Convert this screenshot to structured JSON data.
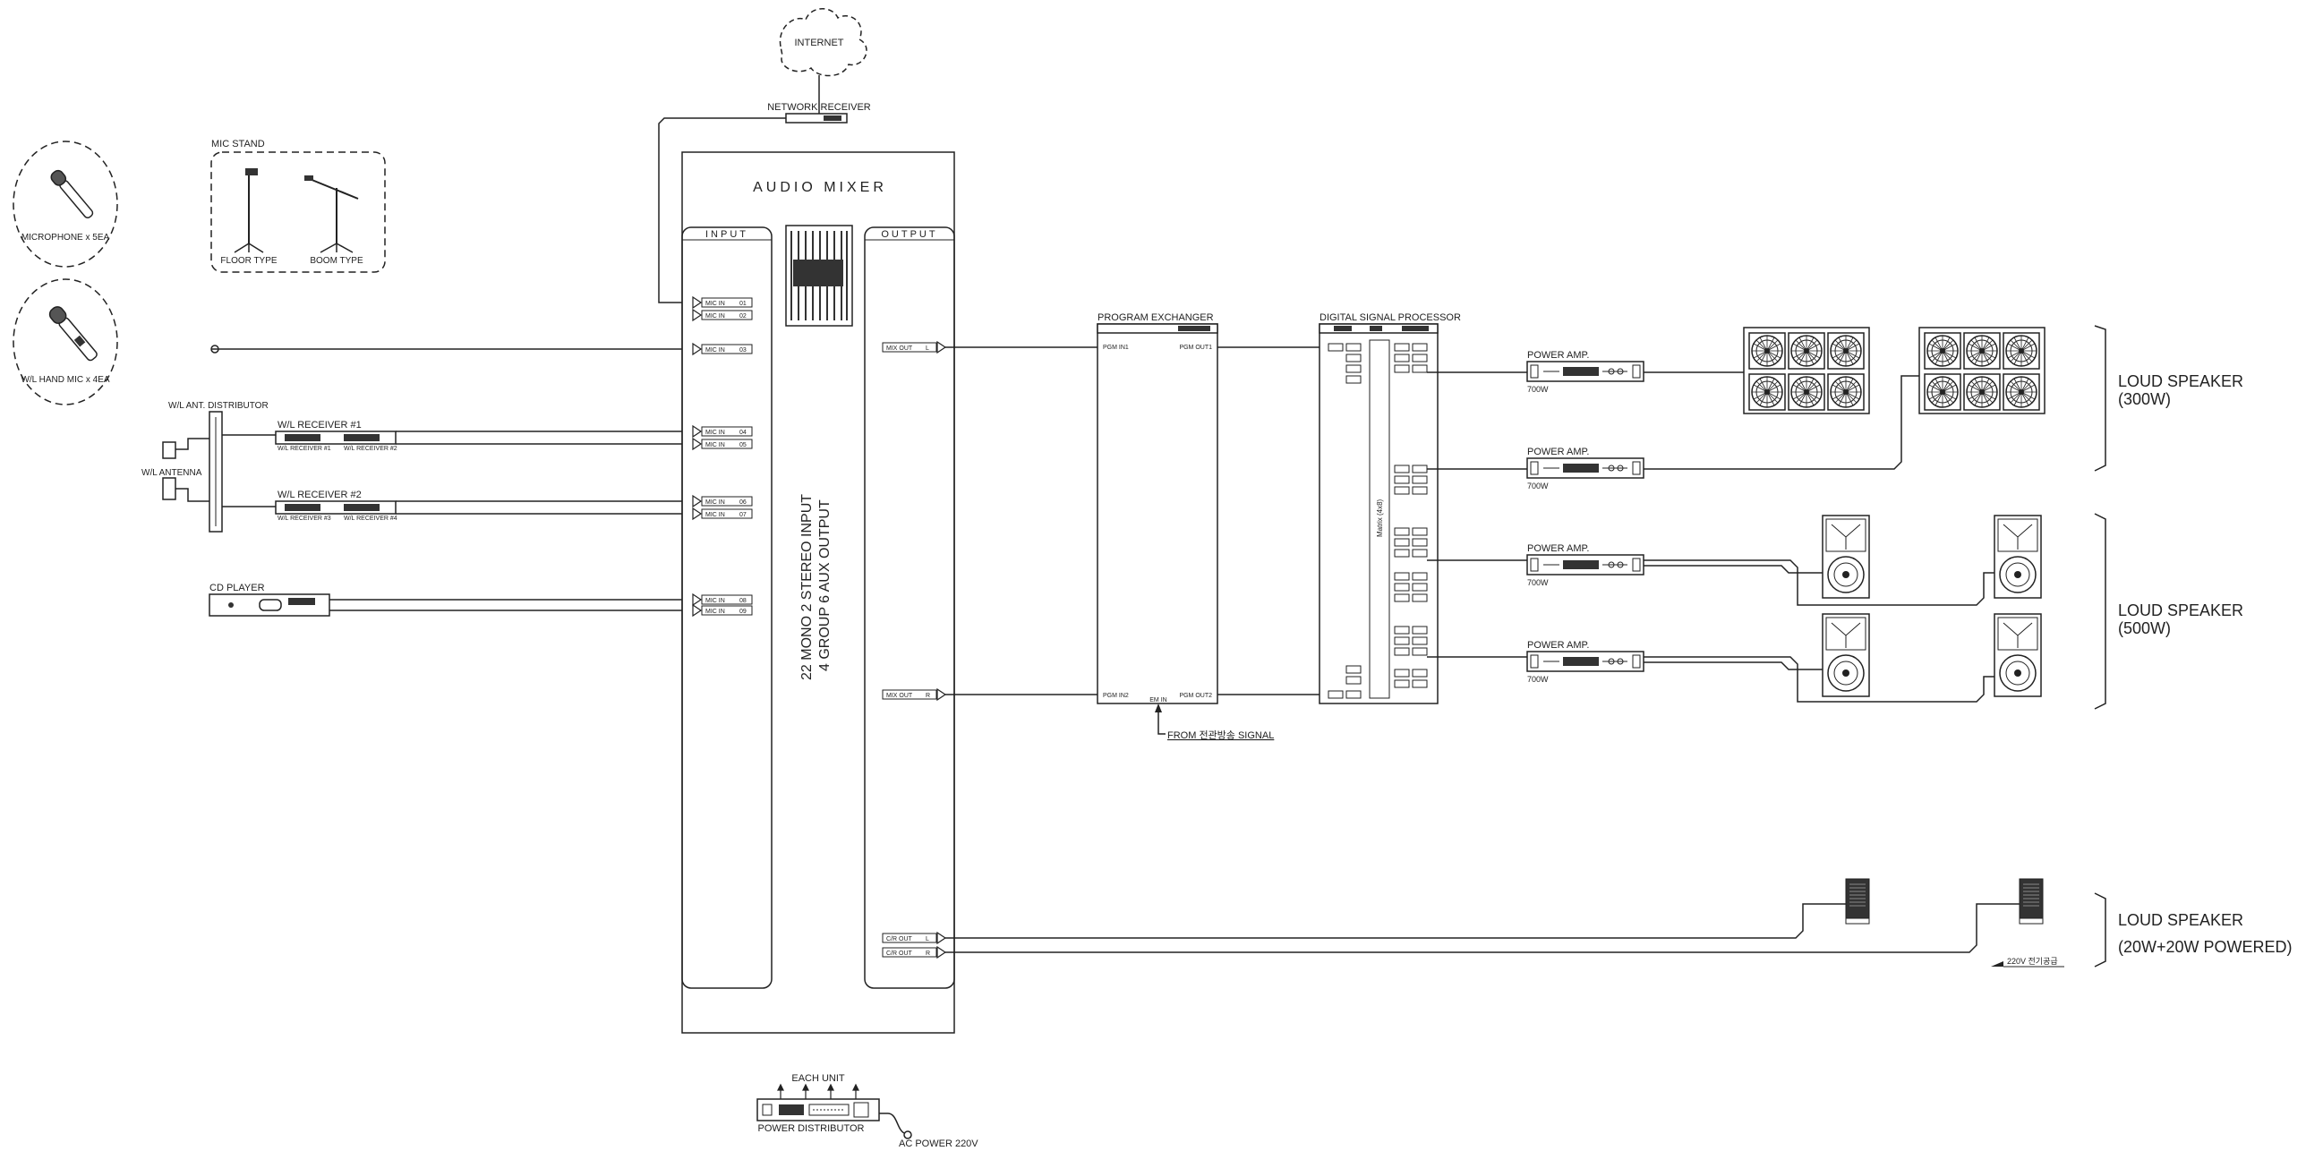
{
  "internet": {
    "label": "INTERNET"
  },
  "network_receiver": {
    "label": "NETWORK RECEIVER"
  },
  "mixer": {
    "title": "AUDIO MIXER",
    "input_label": "INPUT",
    "output_label": "OUTPUT",
    "description_line1": "22 MONO 2 STEREO INPUT",
    "description_line2": "4 GROUP 6 AUX OUTPUT",
    "inputs": [
      {
        "label": "MIC IN",
        "ch": "01"
      },
      {
        "label": "MIC IN",
        "ch": "02"
      },
      {
        "label": "MIC IN",
        "ch": "03"
      },
      {
        "label": "MIC IN",
        "ch": "04"
      },
      {
        "label": "MIC IN",
        "ch": "05"
      },
      {
        "label": "MIC IN",
        "ch": "06"
      },
      {
        "label": "MIC IN",
        "ch": "07"
      },
      {
        "label": "MIC IN",
        "ch": "08"
      },
      {
        "label": "MIC IN",
        "ch": "09"
      }
    ],
    "outputs": [
      {
        "label": "MIX OUT",
        "ch": "L"
      },
      {
        "label": "MIX OUT",
        "ch": "R"
      },
      {
        "label": "C/R OUT",
        "ch": "L"
      },
      {
        "label": "C/R OUT",
        "ch": "R"
      }
    ]
  },
  "mic_stand": {
    "title": "MIC STAND",
    "floor": "FLOOR TYPE",
    "boom": "BOOM TYPE"
  },
  "microphone": {
    "label": "MICROPHONE x 5EA"
  },
  "wireless_mic": {
    "label": "W/L HAND MIC x 4EA"
  },
  "ant_distributor": {
    "label": "W/L ANT. DISTRIBUTOR"
  },
  "antenna": {
    "label": "W/L ANTENNA"
  },
  "receiver1": {
    "label": "W/L RECEIVER #1",
    "sub_a": "W/L RECEIVER #1",
    "sub_b": "W/L RECEIVER #2"
  },
  "receiver2": {
    "label": "W/L RECEIVER #2",
    "sub_a": "W/L RECEIVER #3",
    "sub_b": "W/L RECEIVER #4"
  },
  "cd_player": {
    "label": "CD PLAYER"
  },
  "program_exchanger": {
    "title": "PROGRAM EXCHANGER",
    "pgm_in1": "PGM IN1",
    "pgm_out1": "PGM OUT1",
    "pgm_in2": "PGM IN2",
    "pgm_out2": "PGM OUT2",
    "em_in": "EM IN",
    "from_signal": "FROM 전관방송 SIGNAL"
  },
  "dsp": {
    "title": "DIGITAL SIGNAL PROCESSOR",
    "matrix": "Matrix (4x8)"
  },
  "amps": [
    {
      "label": "POWER AMP.",
      "watt": "700W"
    },
    {
      "label": "POWER AMP.",
      "watt": "700W"
    },
    {
      "label": "POWER AMP.",
      "watt": "700W"
    },
    {
      "label": "POWER AMP.",
      "watt": "700W"
    }
  ],
  "speakers": {
    "group1_line1": "LOUD SPEAKER",
    "group1_line2": "(300W)",
    "group2_line1": "LOUD SPEAKER",
    "group2_line2": "(500W)",
    "group3_line1": "LOUD SPEAKER",
    "group3_line2": "(20W+20W POWERED)",
    "power_note": "220V 전기공급"
  },
  "power_distributor": {
    "label": "POWER DISTRIBUTOR",
    "each_unit": "EACH UNIT",
    "ac_power": "AC POWER 220V"
  }
}
